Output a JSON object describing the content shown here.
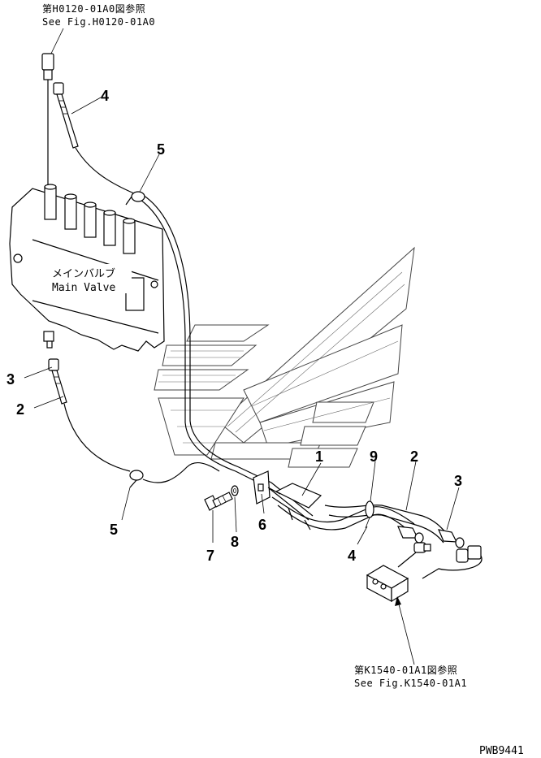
{
  "references": {
    "top_jp": "第H0120-01A0図参照",
    "top_en": "See Fig.H0120-01A0",
    "bottom_jp": "第K1540-01A1図参照",
    "bottom_en": "See Fig.K1540-01A1"
  },
  "main_valve": {
    "label_jp": "メインバルブ",
    "label_en": "Main Valve"
  },
  "callouts": {
    "c4_top": "4",
    "c5_top": "5",
    "c3_left": "3",
    "c2_left": "2",
    "c5_bottom": "5",
    "c1": "1",
    "c9": "9",
    "c2_right": "2",
    "c3_right": "3",
    "c6": "6",
    "c7": "7",
    "c8": "8",
    "c4_bottom": "4"
  },
  "drawing_code": "PWB9441"
}
